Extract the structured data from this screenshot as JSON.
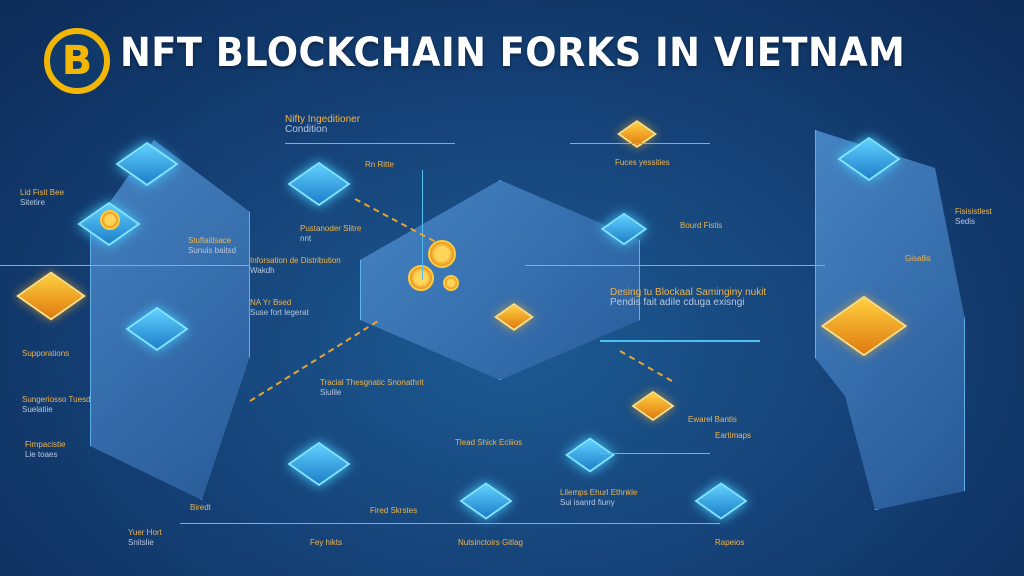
{
  "header": {
    "logo_letter": "B",
    "title": "NFT BLOCKCHAIN FORKS IN VIETNAM"
  },
  "labels": [
    {
      "text": "Nifty Ingeditioner",
      "sub": "Condition"
    },
    {
      "text": "Rn Ritte",
      "sub": ""
    },
    {
      "text": "Fuces yessities",
      "sub": ""
    },
    {
      "text": "Lid Fisit Bee",
      "sub": "Sitetire"
    },
    {
      "text": "Stuflaitlsace",
      "sub": "Sunuis baitsd"
    },
    {
      "text": "Pustanoder Slitre",
      "sub": "nnt"
    },
    {
      "text": "Inforsation de Distribution",
      "sub": "Wakdh"
    },
    {
      "text": "NA Yr Bsed",
      "sub": "Suse fort legerat"
    },
    {
      "text": "Supporations",
      "sub": ""
    },
    {
      "text": "Sungeriosso Tuesd",
      "sub": "Suelatiie"
    },
    {
      "text": "Fimpacistie",
      "sub": "Lie toaes"
    },
    {
      "text": "Tracial Thesgnatic Snonathrit",
      "sub": "Siulile"
    },
    {
      "text": "Desing tu Blockaal Saminginy nukit",
      "sub": "Pendis fait adile cduga exisngi"
    },
    {
      "text": "Bourd Fistis",
      "sub": ""
    },
    {
      "text": "Fisisistlest",
      "sub": "Sedis"
    },
    {
      "text": "Gisallis",
      "sub": ""
    },
    {
      "text": "Ewarel Bantis",
      "sub": ""
    },
    {
      "text": "Eartimaps",
      "sub": ""
    },
    {
      "text": "Tlead Shick Eciiios",
      "sub": ""
    },
    {
      "text": "Lilemps Ehurl Ethnkle",
      "sub": "Sui isanrd fiuny"
    },
    {
      "text": "Biredt",
      "sub": ""
    },
    {
      "text": "Fired Skrstes",
      "sub": ""
    },
    {
      "text": "Fey hikts",
      "sub": ""
    },
    {
      "text": "Nutsinctoirs Gitlag",
      "sub": ""
    },
    {
      "text": "Rapeios",
      "sub": ""
    },
    {
      "text": "Yuer Hort",
      "sub": "Snitslie"
    }
  ],
  "colors": {
    "accent": "#f2b705",
    "label": "#f0b44a",
    "glow": "#45c8ff"
  }
}
